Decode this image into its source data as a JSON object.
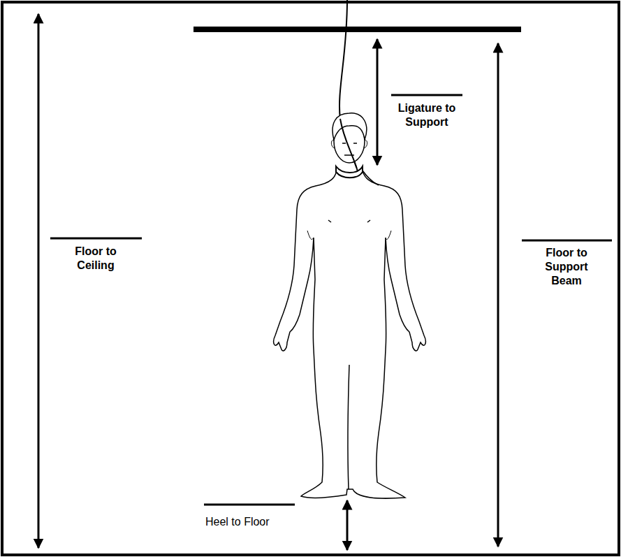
{
  "diagram": {
    "labels": [
      "Ligature to Support",
      "Floor to Ceiling",
      "Floor to Support Beam",
      "Heel to Floor"
    ]
  }
}
